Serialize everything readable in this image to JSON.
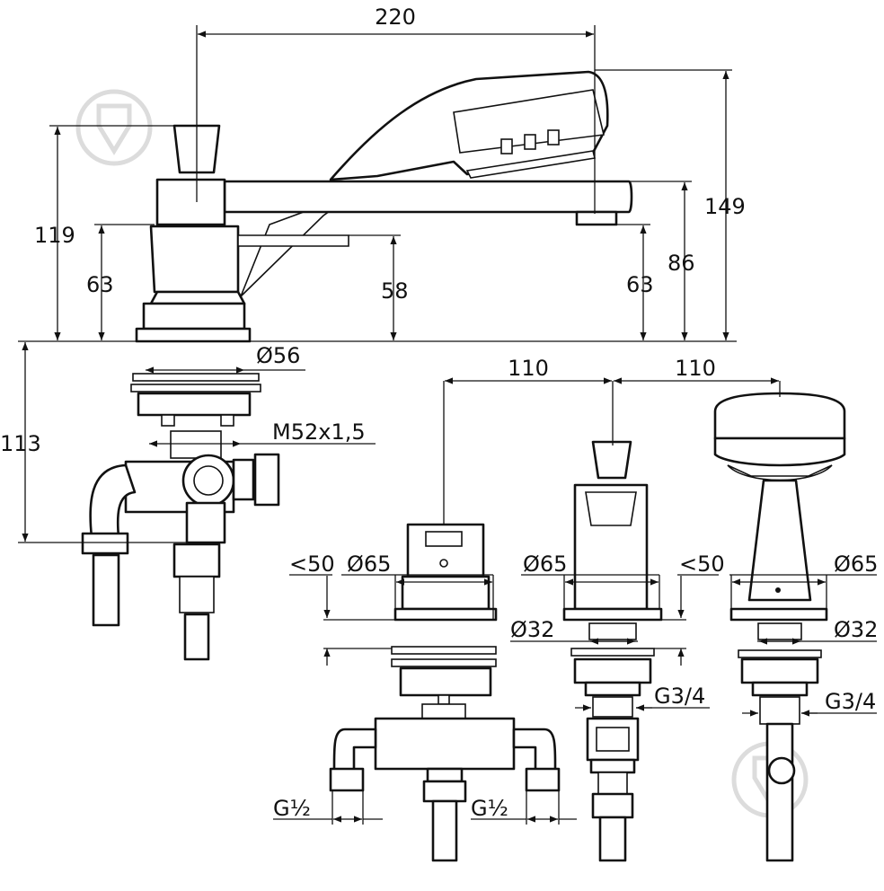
{
  "dimensions": {
    "spout_reach": "220",
    "total_height": "149",
    "lever_height": "119",
    "body_height_left": "63",
    "lever_arm_height": "58",
    "spout_outlet_height": "63",
    "spout_height": "86",
    "base_diameter": "Ø56",
    "thread": "M52x1,5",
    "below_deck": "113",
    "spacing_1": "110",
    "spacing_2": "110",
    "deck_max_left": "<50",
    "rosette_1": "Ø65",
    "rosette_2": "Ø65",
    "deck_max_right": "<50",
    "rosette_3": "Ø65",
    "hole_1": "Ø32",
    "hole_2": "Ø32",
    "connection_1": "G3/4",
    "connection_2": "G3/4",
    "inlet_left": "G½",
    "inlet_right": "G½"
  },
  "colors": {
    "line": "#111111",
    "watermark": "#dcdcdc"
  },
  "icons": {
    "watermark": "shield-drop-icon"
  }
}
